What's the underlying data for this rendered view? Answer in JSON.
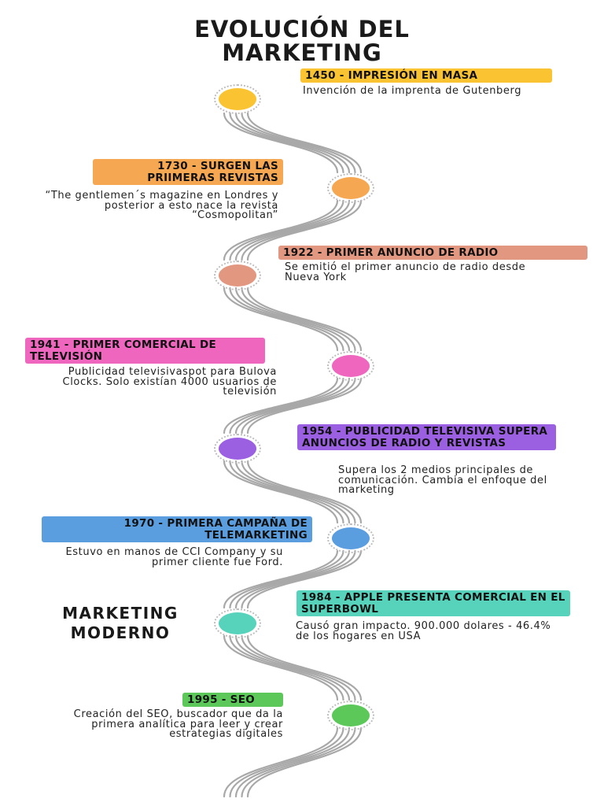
{
  "title": "EVOLUCIÓN DEL MARKETING",
  "section_label": "MARKETING MODERNO",
  "colors": {
    "track": "#a8a8a8",
    "node_border": "#bdbdbd"
  },
  "events": [
    {
      "label": "1450 - IMPRESIÓN EN MASA",
      "description": "Invención de la imprenta de Gutenberg",
      "color": "#f9c332"
    },
    {
      "label": "1730 - SURGEN LAS PRIIMERAS REVISTAS",
      "description": "“The gentlemen´s magazine en Londres y posterior a esto nace  la revista “Cosmopolitan”",
      "color": "#f6a752"
    },
    {
      "label": "1922 - PRIMER ANUNCIO DE RADIO",
      "description": "Se emitió el primer anuncio de radio desde Nueva York",
      "color": "#e29780"
    },
    {
      "label": "1941 - PRIMER COMERCIAL DE TELEVISIÓN",
      "description": "Publicidad  televisivaspot para Bulova Clocks.  Solo existían 4000 usuarios de televisión",
      "color": "#ee66bd"
    },
    {
      "label": "1954 - PUBLICIDAD TELEVISIVA SUPERA ANUNCIOS DE RADIO Y REVISTAS",
      "description": "Supera los 2 medios principales de comunicación. Cambia el enfoque del marketing",
      "color": "#9b60e2"
    },
    {
      "label": "1970 - PRIMERA CAMPAÑA DE TELEMARKETING",
      "description": "Estuvo en manos de CCI Company y su primer cliente fue Ford.",
      "color": "#5b9ee0"
    },
    {
      "label": "1984 - APPLE PRESENTA COMERCIAL EN EL SUPERBOWL",
      "description": "Causó gran impacto. 900.000 dolares - 46.4% de los hogares en USA",
      "color": "#57d3bc"
    },
    {
      "label": "1995 - SEO",
      "description": "Creación del SEO, buscador que da la primera analítica para leer  y crear estrategias digitales",
      "color": "#5cc85a"
    }
  ]
}
